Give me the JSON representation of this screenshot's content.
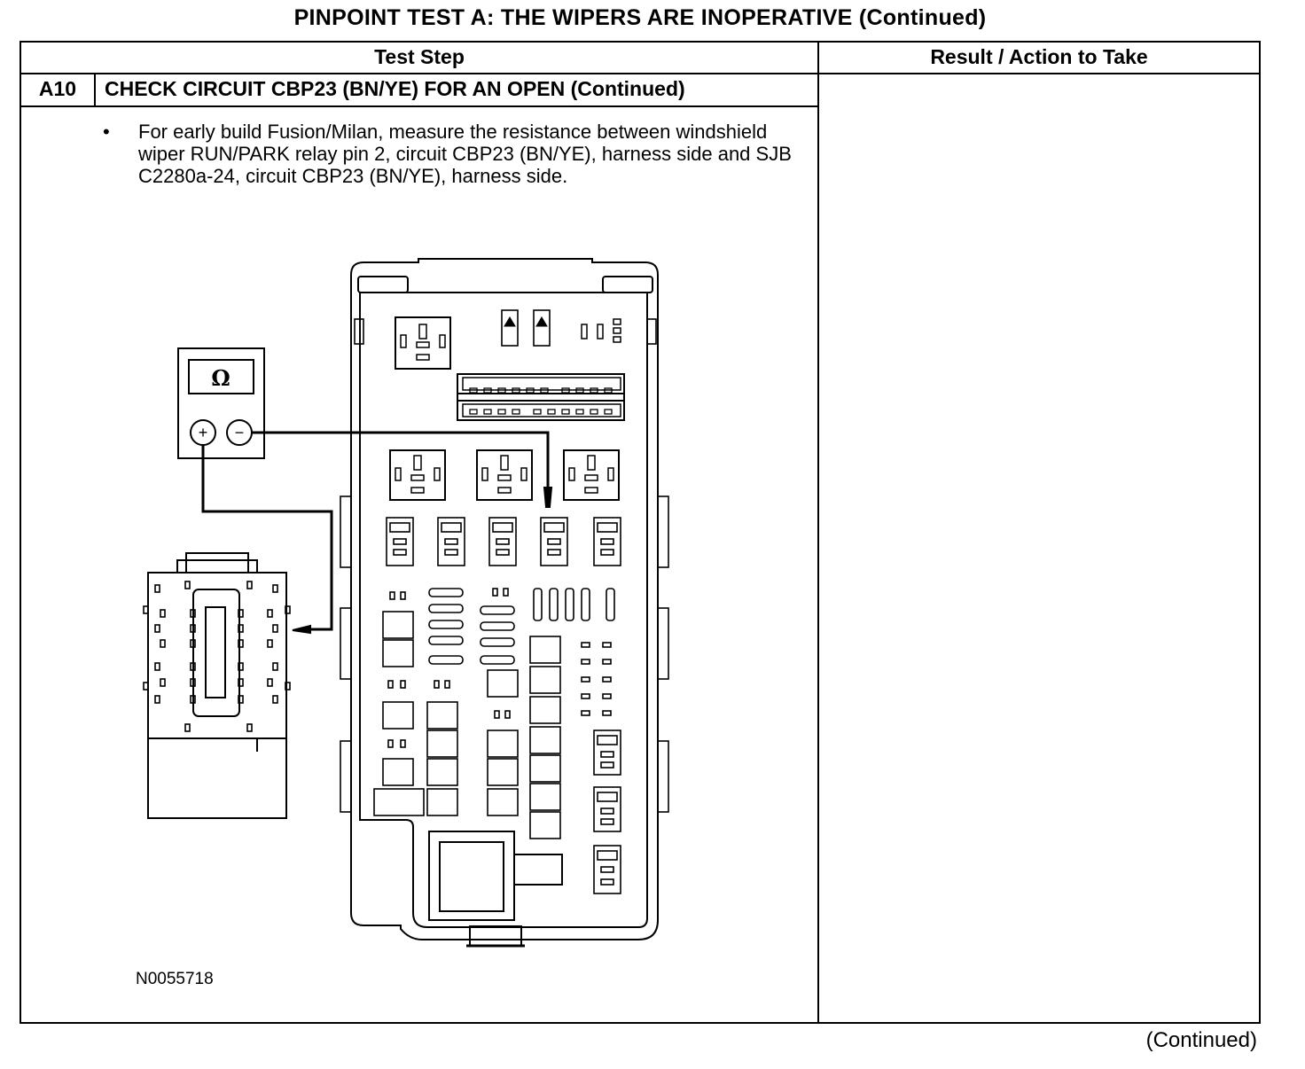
{
  "title": "PINPOINT TEST  A: THE WIPERS ARE INOPERATIVE (Continued)",
  "table": {
    "header_step": "Test Step",
    "header_result": "Result / Action to Take",
    "step_id": "A10",
    "step_title": "CHECK CIRCUIT CBP23 (BN/YE) FOR AN OPEN (Continued)",
    "bullet": "•",
    "instruction": "For early build Fusion/Milan, measure the resistance between windshield wiper RUN/PARK relay pin 2, circuit CBP23 (BN/YE), harness side and SJB C2280a-24, circuit CBP23 (BN/YE), harness side.",
    "figure_id": "N0055718"
  },
  "meter": {
    "display": "Ω",
    "plus": "+",
    "minus": "−"
  },
  "footer": "(Continued)"
}
